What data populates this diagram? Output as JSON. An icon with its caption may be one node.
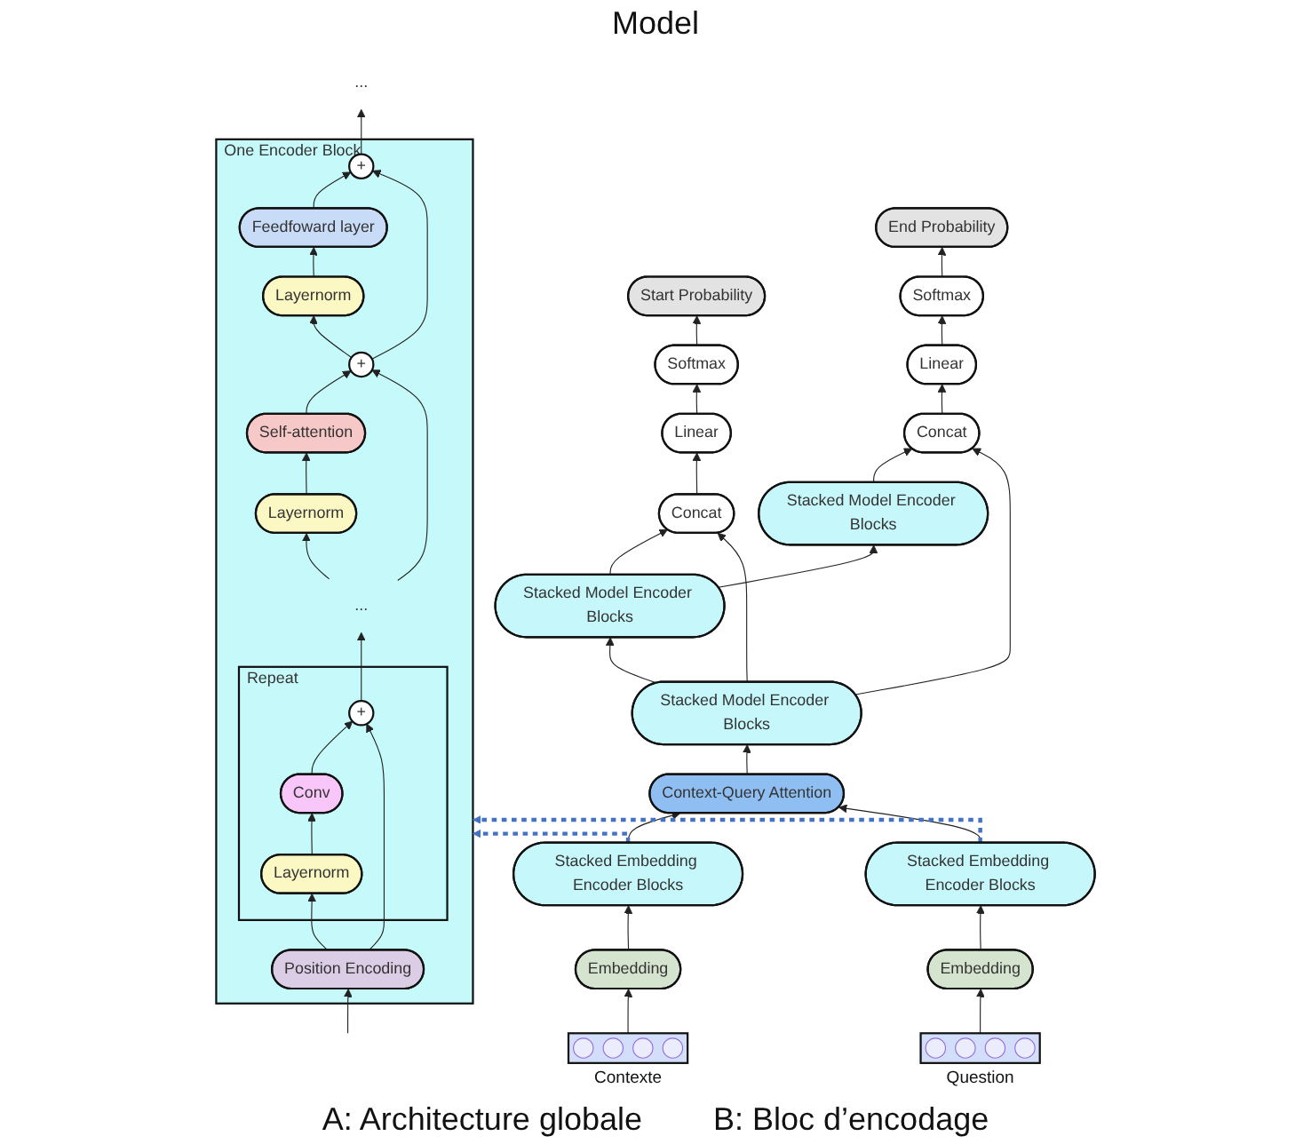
{
  "diagram": {
    "nodes": [
      {
        "text": [
          "Start Probability"
        ]
      },
      {
        "text": [
          "Softmax"
        ]
      },
      {
        "text": [
          "Linear"
        ]
      },
      {
        "text": [
          "Concat"
        ]
      },
      {
        "text": [
          "End Probability"
        ]
      },
      {
        "text": [
          "Softmax"
        ]
      },
      {
        "text": [
          "Linear"
        ]
      },
      {
        "text": [
          "Concat"
        ]
      },
      {
        "text": [
          "Stacked Model Encoder Blocks"
        ]
      },
      {
        "text": [
          "Stacked Model Encoder Blocks"
        ]
      },
      {
        "text": [
          "Stacked Model Encoder Blocks"
        ]
      },
      {
        "text": [
          "Context-Query Attention"
        ]
      },
      {
        "text": [
          "Stacked Embedding Encoder Blocks"
        ]
      },
      {
        "text": [
          "Stacked Embedding Encoder Blocks"
        ]
      },
      {
        "text": [
          "Embedding"
        ]
      },
      {
        "text": [
          "Embedding"
        ]
      },
      {
        "text": [],
        "shape": "box",
        "beside": [
          "Contexte"
        ]
      },
      {
        "text": [],
        "shape": "box",
        "beside": [
          "Question"
        ]
      },
      {
        "text": [
          "One Encoder Block"
        ]
      },
      {
        "text": [
          "+"
        ],
        "in": 18
      },
      {
        "text": [
          "Feedfoward layer"
        ],
        "in": 18
      },
      {
        "text": [
          "Layernorm"
        ],
        "in": 18
      },
      {
        "text": [
          "+"
        ],
        "in": 18
      },
      {
        "text": [
          "Self-attention"
        ],
        "in": 18
      },
      {
        "text": [
          "Layernorm"
        ],
        "in": 18
      },
      {
        "text": [
          "Repeat"
        ],
        "in": 18
      },
      {
        "text": [
          "+"
        ],
        "in": 25
      },
      {
        "text": [
          "Conv"
        ],
        "in": 25
      },
      {
        "text": [
          "Layernorm"
        ],
        "in": 25
      },
      {
        "text": [
          "Position Encoding"
        ],
        "in": 18
      },
      {
        "text": [
          "..."
        ]
      },
      {
        "text": [
          "..."
        ],
        "in": 18
      }
    ],
    "edges": [
      {
        "from": 1,
        "to": 0,
        "arrow": "to"
      },
      {
        "from": 2,
        "to": 1,
        "arrow": "to"
      },
      {
        "from": 3,
        "to": 2,
        "arrow": "to"
      },
      {
        "from": 5,
        "to": 4,
        "arrow": "to"
      },
      {
        "from": 6,
        "to": 5,
        "arrow": "to"
      },
      {
        "from": 7,
        "to": 6,
        "arrow": "to"
      },
      {
        "from": 8,
        "to": 7,
        "arrow": "to"
      },
      {
        "from": 9,
        "to": 8,
        "arrow": "to"
      },
      {
        "from": 9,
        "to": 3,
        "arrow": "to"
      },
      {
        "from": 10,
        "to": 9,
        "arrow": "to"
      },
      {
        "from": 10,
        "to": 3,
        "arrow": "to"
      },
      {
        "from": 10,
        "to": 7,
        "arrow": "to"
      },
      {
        "from": 11,
        "to": 10,
        "arrow": "to"
      },
      {
        "from": 12,
        "to": 11,
        "arrow": "to"
      },
      {
        "from": 13,
        "to": 11,
        "arrow": "to"
      },
      {
        "from": 14,
        "to": 12,
        "arrow": "to"
      },
      {
        "from": 15,
        "to": 13,
        "arrow": "to"
      },
      {
        "from": 16,
        "to": 14,
        "arrow": "to"
      },
      {
        "from": 17,
        "to": 15,
        "arrow": "to"
      },
      {
        "from": 12,
        "to": 18,
        "arrow": "to",
        "style": "dashed",
        "color": "#4472c4"
      },
      {
        "from": 13,
        "to": 18,
        "arrow": "to",
        "style": "dashed",
        "color": "#4472c4"
      },
      {
        "from": 19,
        "to": 30,
        "arrow": "to"
      },
      {
        "from": 20,
        "to": 19,
        "arrow": "to"
      },
      {
        "from": 21,
        "to": 20,
        "arrow": "to"
      },
      {
        "from": 22,
        "to": 21,
        "arrow": "to"
      },
      {
        "from": 22,
        "to": 19,
        "arrow": "to"
      },
      {
        "from": 23,
        "to": 22,
        "arrow": "to"
      },
      {
        "from": 24,
        "to": 23,
        "arrow": "to"
      },
      {
        "from": 31,
        "to": 24,
        "arrow": "to"
      },
      {
        "from": 31,
        "to": 22,
        "arrow": "to"
      },
      {
        "from": 26,
        "to": 31,
        "arrow": "to"
      },
      {
        "from": 27,
        "to": 26,
        "arrow": "to"
      },
      {
        "from": 28,
        "to": 27,
        "arrow": "to"
      },
      {
        "from": 29,
        "to": 28,
        "arrow": "to"
      },
      {
        "from": 29,
        "to": 26,
        "arrow": "to"
      },
      {
        "from": null,
        "to": 29,
        "arrow": "to"
      }
    ],
    "labels": [
      "Model",
      "A: Architecture globale",
      "B: Bloc d’encodage"
    ]
  }
}
